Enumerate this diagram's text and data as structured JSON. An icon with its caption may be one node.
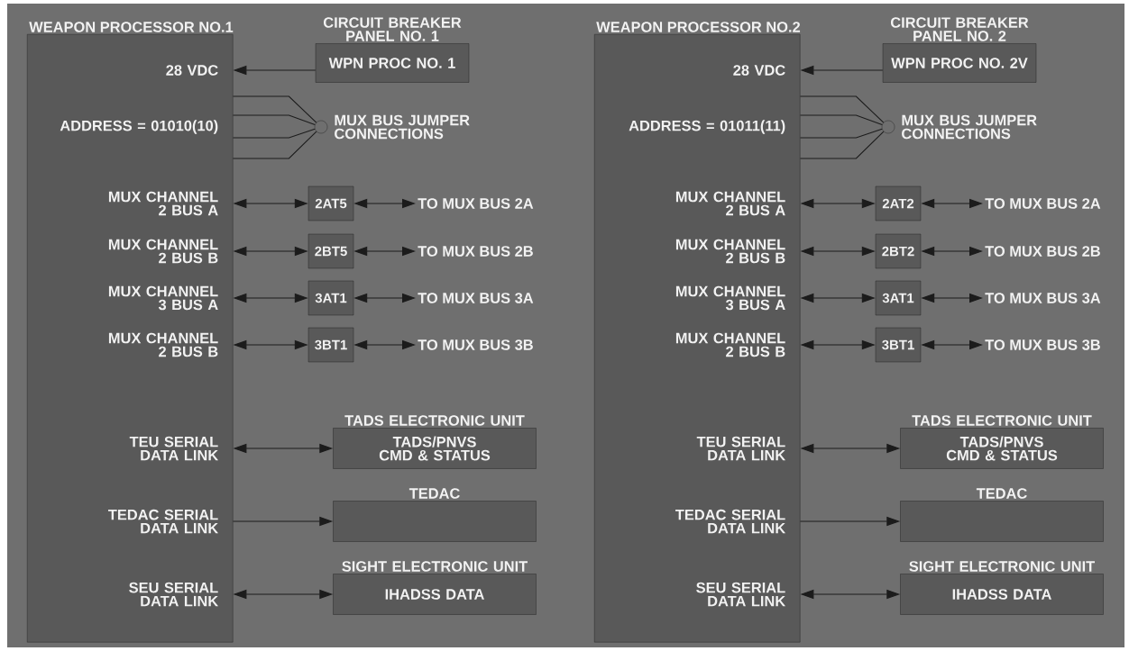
{
  "diagram": {
    "nodes": [
      {
        "text": [
          "WEAPON PROCESSOR NO.1"
        ]
      },
      {
        "text": [
          "28 VDC"
        ],
        "in": 0
      },
      {
        "text": [
          "ADDRESS = 01010(10)"
        ],
        "in": 0
      },
      {
        "text": [
          "MUX CHANNEL 2 BUS A"
        ],
        "in": 0
      },
      {
        "text": [
          "MUX CHANNEL 2 BUS B"
        ],
        "in": 0
      },
      {
        "text": [
          "MUX CHANNEL 3 BUS A"
        ],
        "in": 0
      },
      {
        "text": [
          "MUX CHANNEL 2 BUS B"
        ],
        "in": 0
      },
      {
        "text": [
          "TEU SERIAL DATA LINK"
        ],
        "in": 0
      },
      {
        "text": [
          "TEDAC SERIAL DATA LINK"
        ],
        "in": 0
      },
      {
        "text": [
          "SEU SERIAL DATA LINK"
        ],
        "in": 0
      },
      {
        "text": [
          "CIRCUIT BREAKER PANEL NO. 1",
          "WPN PROC NO. 1"
        ]
      },
      {
        "text": [],
        "shape": "circle",
        "beside": [
          "MUX BUS JUMPER CONNECTIONS"
        ]
      },
      {
        "text": [
          "2AT5"
        ]
      },
      {
        "text": [
          "2BT5"
        ]
      },
      {
        "text": [
          "3AT1"
        ]
      },
      {
        "text": [
          "3BT1"
        ]
      },
      {
        "text": [
          "TO MUX BUS 2A"
        ]
      },
      {
        "text": [
          "TO MUX BUS 2B"
        ]
      },
      {
        "text": [
          "TO MUX BUS 3A"
        ]
      },
      {
        "text": [
          "TO MUX BUS 3B"
        ]
      },
      {
        "text": [
          "TADS ELECTRONIC UNIT",
          "TADS/PNVS CMD & STATUS"
        ]
      },
      {
        "text": [
          "TEDAC"
        ]
      },
      {
        "text": [
          "SIGHT ELECTRONIC UNIT",
          "IHADSS DATA"
        ]
      },
      {
        "text": [
          "WEAPON PROCESSOR NO.2"
        ]
      },
      {
        "text": [
          "28 VDC"
        ],
        "in": 23
      },
      {
        "text": [
          "ADDRESS = 01011(11)"
        ],
        "in": 23
      },
      {
        "text": [
          "MUX CHANNEL 2 BUS A"
        ],
        "in": 23
      },
      {
        "text": [
          "MUX CHANNEL 2 BUS B"
        ],
        "in": 23
      },
      {
        "text": [
          "MUX CHANNEL 3 BUS A"
        ],
        "in": 23
      },
      {
        "text": [
          "MUX CHANNEL 2 BUS B"
        ],
        "in": 23
      },
      {
        "text": [
          "TEU SERIAL DATA LINK"
        ],
        "in": 23
      },
      {
        "text": [
          "TEDAC SERIAL DATA LINK"
        ],
        "in": 23
      },
      {
        "text": [
          "SEU SERIAL DATA LINK"
        ],
        "in": 23
      },
      {
        "text": [
          "CIRCUIT BREAKER PANEL NO. 2",
          "WPN PROC NO. 2V"
        ]
      },
      {
        "text": [],
        "shape": "circle",
        "beside": [
          "MUX BUS JUMPER CONNECTIONS"
        ]
      },
      {
        "text": [
          "2AT2"
        ]
      },
      {
        "text": [
          "2BT2"
        ]
      },
      {
        "text": [
          "3AT1"
        ]
      },
      {
        "text": [
          "3BT1"
        ]
      },
      {
        "text": [
          "TO MUX BUS 2A"
        ]
      },
      {
        "text": [
          "TO MUX BUS 2B"
        ]
      },
      {
        "text": [
          "TO MUX BUS 3A"
        ]
      },
      {
        "text": [
          "TO MUX BUS 3B"
        ]
      },
      {
        "text": [
          "TADS ELECTRONIC UNIT",
          "TADS/PNVS CMD & STATUS"
        ]
      },
      {
        "text": [
          "TEDAC"
        ]
      },
      {
        "text": [
          "SIGHT ELECTRONIC UNIT",
          "IHADSS DATA"
        ]
      }
    ],
    "edges": [
      {
        "from": 10,
        "to": 1,
        "arrow": "to"
      },
      {
        "from": 2,
        "to": 11,
        "arrow": "none"
      },
      {
        "from": 2,
        "to": 11,
        "arrow": "none"
      },
      {
        "from": 2,
        "to": 11,
        "arrow": "none"
      },
      {
        "from": 2,
        "to": 11,
        "arrow": "none"
      },
      {
        "from": 3,
        "to": 12,
        "arrow": "both"
      },
      {
        "from": 4,
        "to": 13,
        "arrow": "both"
      },
      {
        "from": 5,
        "to": 14,
        "arrow": "both"
      },
      {
        "from": 6,
        "to": 15,
        "arrow": "both"
      },
      {
        "from": 12,
        "to": 16,
        "arrow": "both"
      },
      {
        "from": 13,
        "to": 17,
        "arrow": "both"
      },
      {
        "from": 14,
        "to": 18,
        "arrow": "both"
      },
      {
        "from": 15,
        "to": 19,
        "arrow": "both"
      },
      {
        "from": 7,
        "to": 20,
        "arrow": "both"
      },
      {
        "from": 8,
        "to": 21,
        "arrow": "to"
      },
      {
        "from": 9,
        "to": 22,
        "arrow": "both"
      },
      {
        "from": 33,
        "to": 24,
        "arrow": "to"
      },
      {
        "from": 25,
        "to": 34,
        "arrow": "none"
      },
      {
        "from": 25,
        "to": 34,
        "arrow": "none"
      },
      {
        "from": 25,
        "to": 34,
        "arrow": "none"
      },
      {
        "from": 25,
        "to": 34,
        "arrow": "none"
      },
      {
        "from": 26,
        "to": 35,
        "arrow": "both"
      },
      {
        "from": 27,
        "to": 36,
        "arrow": "both"
      },
      {
        "from": 28,
        "to": 37,
        "arrow": "both"
      },
      {
        "from": 29,
        "to": 38,
        "arrow": "both"
      },
      {
        "from": 35,
        "to": 39,
        "arrow": "both"
      },
      {
        "from": 36,
        "to": 40,
        "arrow": "both"
      },
      {
        "from": 37,
        "to": 41,
        "arrow": "both"
      },
      {
        "from": 38,
        "to": 42,
        "arrow": "both"
      },
      {
        "from": 30,
        "to": 43,
        "arrow": "both"
      },
      {
        "from": 31,
        "to": 44,
        "arrow": "to"
      },
      {
        "from": 32,
        "to": 45,
        "arrow": "both"
      }
    ]
  }
}
